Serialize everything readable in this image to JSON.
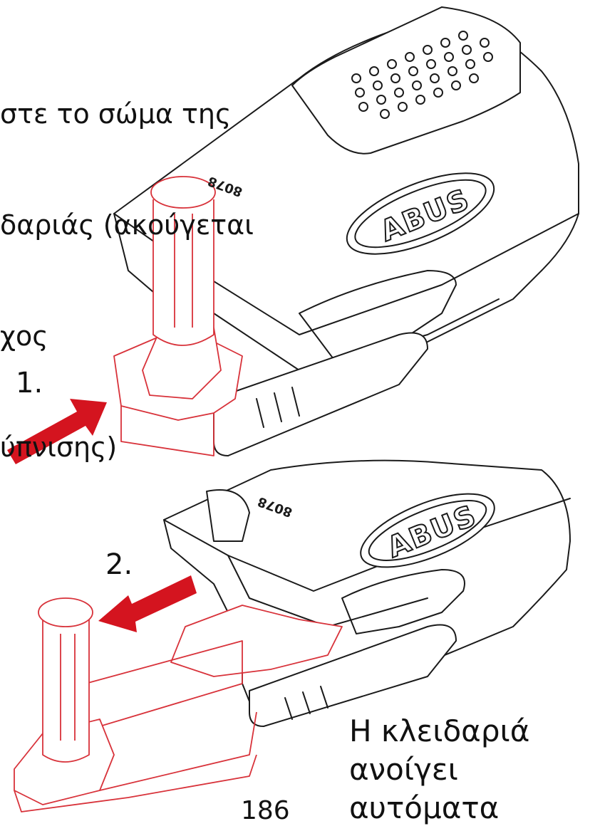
{
  "instruction": {
    "lines": [
      "στε το σώμα της",
      "δαριάς (ακούγεται",
      "χος",
      "ύπνισης)"
    ]
  },
  "steps": {
    "one": "1.",
    "two": "2."
  },
  "result_text": {
    "line1": "Η κλειδαριά",
    "line2": "ανοίγει",
    "line3": "αυτόματα"
  },
  "page_number": "186",
  "product": {
    "brand_logo": "ABUS",
    "model_marking": "8078"
  },
  "colors": {
    "outline": "#1a1a1a",
    "highlight": "#d8323a",
    "arrow": "#d4141f"
  },
  "icons": {
    "arrow_step1": "red-arrow-up-right",
    "arrow_step2": "red-arrow-down-left"
  }
}
